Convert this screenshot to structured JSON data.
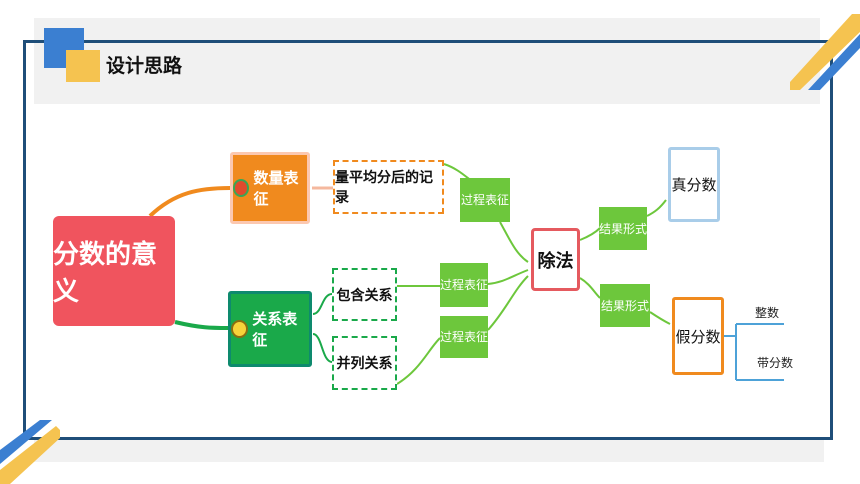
{
  "header": {
    "title": "设计思路"
  },
  "diagram": {
    "root": "分数的意义",
    "branch_quantity": "数量表征",
    "branch_relation": "关系表征",
    "quantity_child": "量平均分后的记录",
    "relation_child_1": "包含关系",
    "relation_child_2": "并列关系",
    "process_label": "过程表征",
    "center": "除法",
    "result_label": "结果形式",
    "proper_fraction": "真分数",
    "improper_fraction": "假分数",
    "whole_number": "整数",
    "mixed_number": "带分数"
  },
  "colors": {
    "accent_blue": "#3b7fd1",
    "accent_yellow": "#f5c350",
    "root_red": "#f0545e",
    "orange": "#f08a1e",
    "green": "#1aa94a",
    "label_green": "#6dc73c",
    "frame_navy": "#1f4e79"
  }
}
